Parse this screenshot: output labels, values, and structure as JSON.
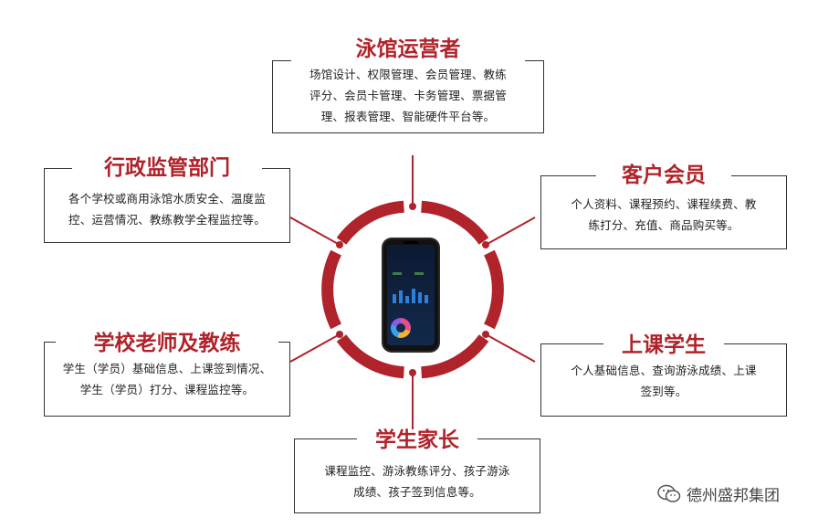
{
  "diagram": {
    "nodes": [
      {
        "id": "pool-operator",
        "title": "泳馆运营者",
        "lines": [
          "场馆设计、权限管理、会员管理、教练",
          "评分、会员卡管理、卡务管理、票据管",
          "理、报表管理、智能硬件平台等。"
        ]
      },
      {
        "id": "admin-department",
        "title": "行政监管部门",
        "lines": [
          "各个学校或商用泳馆水质安全、温度监",
          "控、运营情况、教练教学全程监控等。"
        ]
      },
      {
        "id": "customer-member",
        "title": "客户会员",
        "lines": [
          "个人资料、课程预约、课程续费、教",
          "练打分、充值、商品购买等。"
        ]
      },
      {
        "id": "teacher-coach",
        "title": "学校老师及教练",
        "lines": [
          "学生（学员）基础信息、上课签到情况、",
          "学生（学员）打分、课程监控等。"
        ]
      },
      {
        "id": "student",
        "title": "上课学生",
        "lines": [
          "个人基础信息、查询游泳成绩、上课",
          "签到等。"
        ]
      },
      {
        "id": "parent",
        "title": "学生家长",
        "lines": [
          "课程监控、游泳教练评分、孩子游泳",
          "成绩、孩子签到信息等。"
        ]
      }
    ],
    "colors": {
      "accent": "#b0232a",
      "ring": "#b0232a",
      "frame": "#333333"
    }
  },
  "watermark": {
    "icon": "wechat-icon",
    "text": "德州盛邦集团"
  }
}
